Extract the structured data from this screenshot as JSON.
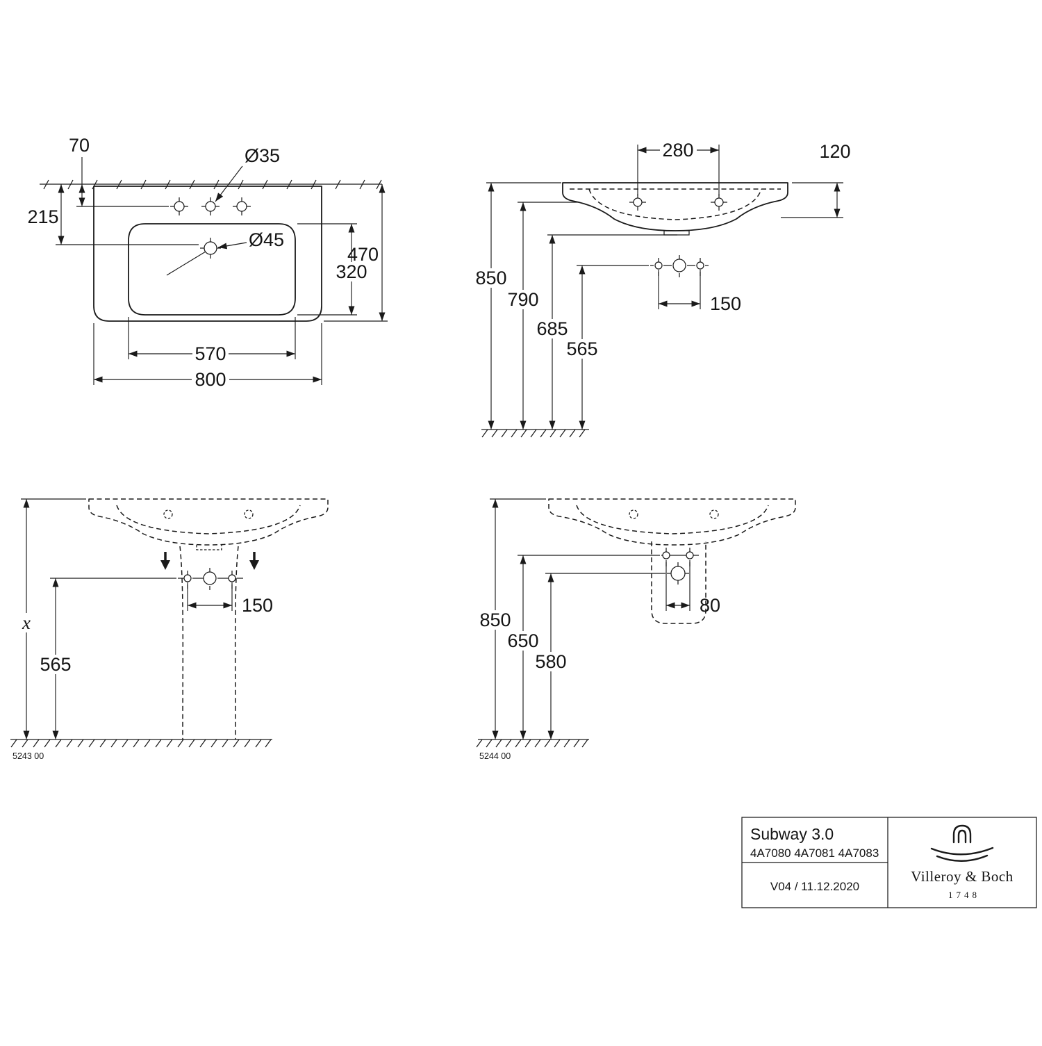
{
  "drawing": {
    "plan": {
      "dims": {
        "tap_offset": "70",
        "tap_hole": "Ø35",
        "drain_offset": "215",
        "drain_hole": "Ø45",
        "bowl_depth": "320",
        "depth": "470",
        "bowl_width": "570",
        "width": "800"
      }
    },
    "elevation": {
      "dims": {
        "tap_spacing": "280",
        "front_edge": "120",
        "rim_height": "850",
        "underside_height": "790",
        "drain_height": "685",
        "supply_height": "565",
        "supply_spacing": "150"
      }
    },
    "pedestal_view": {
      "code": "5243 00",
      "dims": {
        "rim_height": "x",
        "supply_height": "565",
        "supply_spacing": "150"
      }
    },
    "siphon_view": {
      "code": "5244 00",
      "dims": {
        "rim_height": "850",
        "supply_height": "650",
        "drain_height": "580",
        "supply_spacing": "80"
      }
    }
  },
  "title_block": {
    "product": "Subway 3.0",
    "articles": "4A7080 4A7081 4A7083",
    "revision": "V04 / 11.12.2020",
    "brand": "Villeroy & Boch",
    "established": "1748"
  }
}
